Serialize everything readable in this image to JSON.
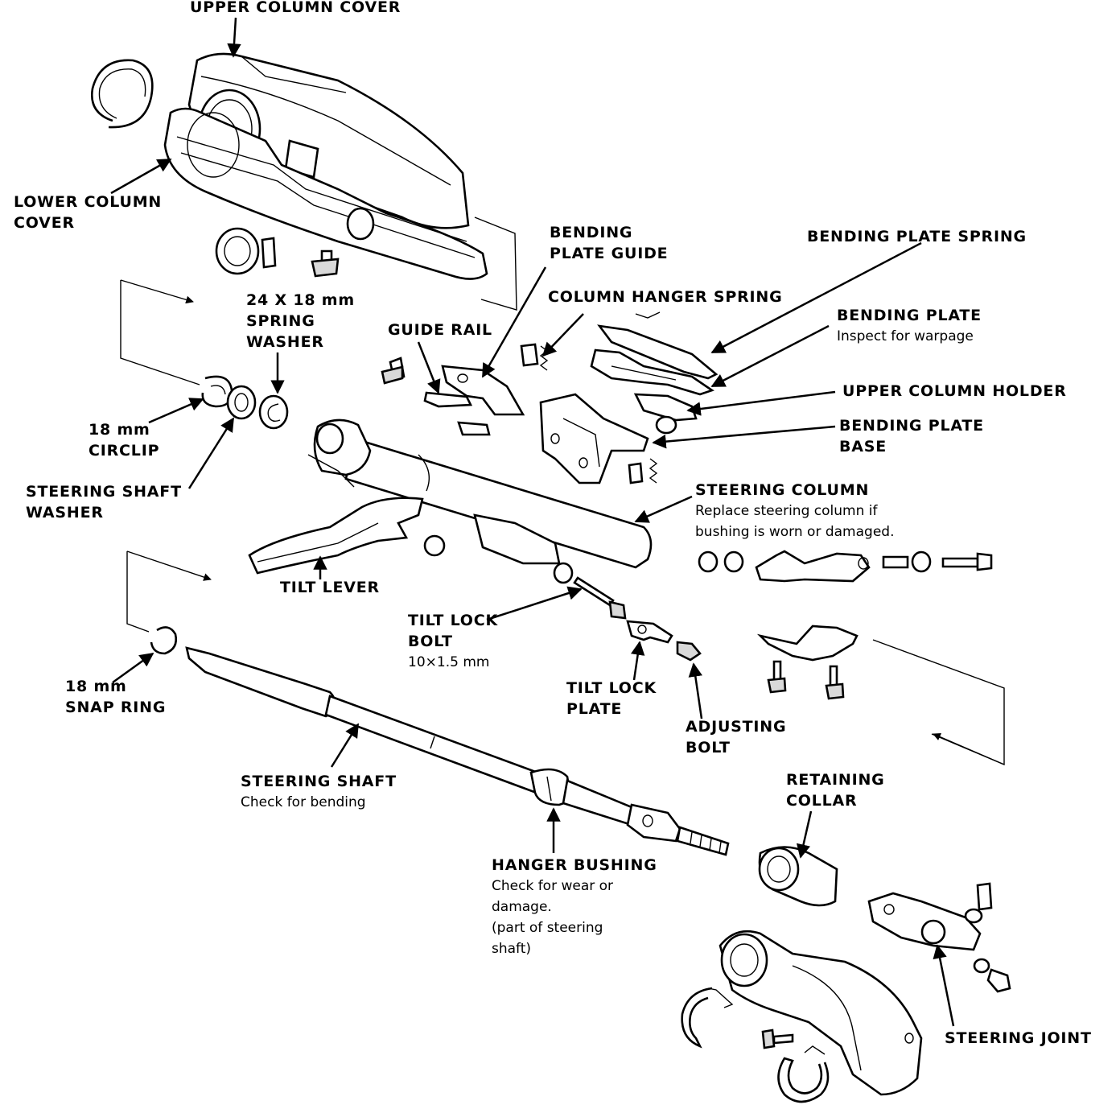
{
  "labels": {
    "upper_column_cover": [
      "UPPER COLUMN COVER"
    ],
    "lower_column_cover": [
      "LOWER COLUMN",
      "COVER"
    ],
    "spring_washer": [
      "24 X 18 mm",
      "SPRING",
      "WASHER"
    ],
    "circlip": [
      "18 mm",
      "CIRCLIP"
    ],
    "steering_shaft_washer": [
      "STEERING SHAFT",
      "WASHER"
    ],
    "guide_rail": [
      "GUIDE RAIL"
    ],
    "bending_plate_guide": [
      "BENDING",
      "PLATE GUIDE"
    ],
    "column_hanger_spring": [
      "COLUMN HANGER SPRING"
    ],
    "bending_plate_spring": [
      "BENDING PLATE SPRING"
    ],
    "bending_plate": {
      "title": "BENDING PLATE",
      "note": "Inspect for warpage"
    },
    "upper_column_holder": [
      "UPPER COLUMN HOLDER"
    ],
    "bending_plate_base": [
      "BENDING PLATE",
      "BASE"
    ],
    "steering_column": {
      "title": "STEERING COLUMN",
      "notes": [
        "Replace steering column if",
        "bushing is worn or damaged."
      ]
    },
    "tilt_lever": [
      "TILT LEVER"
    ],
    "tilt_lock_bolt": {
      "lines": [
        "TILT LOCK",
        "BOLT"
      ],
      "spec": "10×1.5 mm"
    },
    "tilt_lock_plate": [
      "TILT LOCK",
      "PLATE"
    ],
    "adjusting_bolt": [
      "ADJUSTING",
      "BOLT"
    ],
    "snap_ring": [
      "18 mm",
      "SNAP RING"
    ],
    "steering_shaft": {
      "title": "STEERING SHAFT",
      "note": "Check for bending"
    },
    "retaining_collar": [
      "RETAINING",
      "COLLAR"
    ],
    "hanger_bushing": {
      "title": "HANGER BUSHING",
      "notes": [
        "Check for wear or",
        "damage.",
        "(part of steering",
        "shaft)"
      ]
    },
    "steering_joint": [
      "STEERING JOINT"
    ]
  },
  "colors": {
    "ink": "#000000",
    "paper": "#ffffff"
  }
}
